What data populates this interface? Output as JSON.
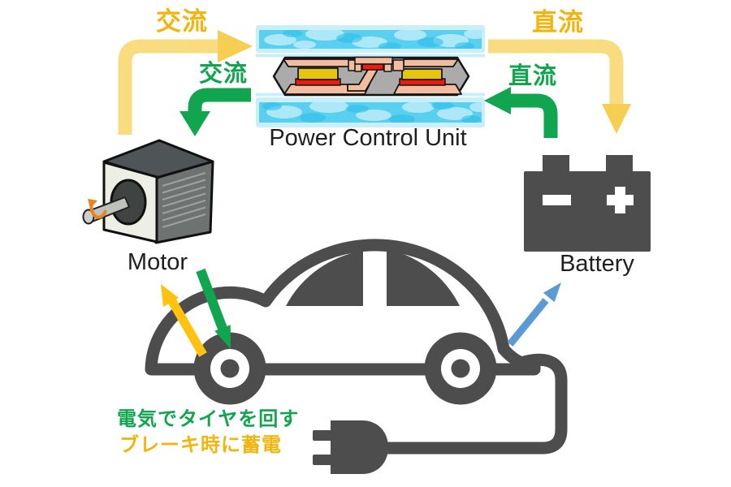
{
  "labels": {
    "ac_to_pcu": "交流",
    "ac_to_motor": "交流",
    "dc_to_battery": "直流",
    "dc_to_pcu": "直流",
    "pcu": "Power Control Unit",
    "motor": "Motor",
    "battery": "Battery",
    "note_drive": "電気でタイヤを回す",
    "note_regen": "ブレーキ時に蓄電"
  },
  "icons": {
    "pcu-icon": "power-module-cross-section-with-coolers",
    "motor-icon": "electric-motor-3d",
    "battery-icon": "car-battery-with-plus-minus",
    "car-icon": "beetle-car-outline",
    "plug-icon": "charging-plug-with-cable",
    "arrows": [
      "ac-arrow-motor-to-pcu",
      "ac-arrow-pcu-to-motor",
      "dc-arrow-pcu-to-battery",
      "dc-arrow-battery-to-pcu",
      "regen-arrow-wheel-to-motor",
      "drive-arrow-motor-to-wheel",
      "charge-arrow-car-to-battery"
    ]
  },
  "colors": {
    "label-gold": "#F2B50D",
    "arrow-pale-yellow": "#F9DC80",
    "arrow-pale-yellow-head": "#F6CE52",
    "arrow-gold": "#FFC20E",
    "green": "#10A54E",
    "blue": "#5B9BD5",
    "dark": "#4D4D4D",
    "text-dark": "#1F1F1F",
    "pcu-blue": "#59D0F0",
    "pcu-blue-light": "#B7EBF9",
    "pcu-blue-dark": "#2FBFE9",
    "pcu-blue-frame": "#C9F0F9",
    "module-gray": "#ABABAB",
    "module-outline": "#141414",
    "copper": "#F2BD9E",
    "chip-yellow": "#E7C50E",
    "chip-red": "#EE1C10",
    "motor-face": "#EDEEE6",
    "motor-side": "#6E7371",
    "motor-top": "#4F5456",
    "motor-fin": "#9EA3A0",
    "motor-hole": "#3F4442",
    "motor-shaft": "#BDC2BE",
    "motor-orange": "#F0821E"
  }
}
